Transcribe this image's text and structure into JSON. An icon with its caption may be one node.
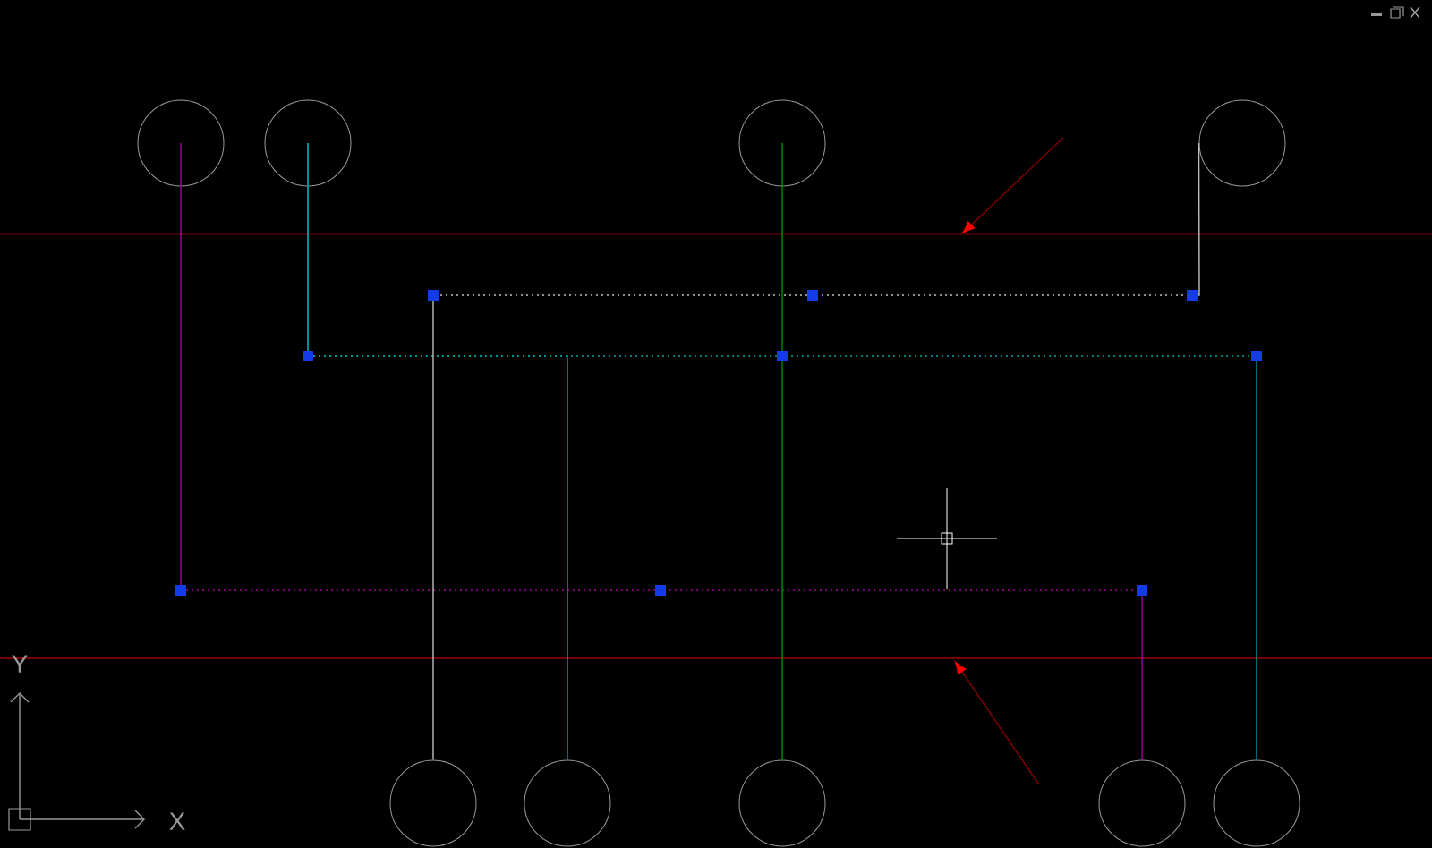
{
  "diagram": {
    "nodes": [
      {
        "text": [],
        "shape": "circle"
      },
      {
        "text": [],
        "shape": "circle"
      },
      {
        "text": [],
        "shape": "circle"
      },
      {
        "text": [],
        "shape": "circle"
      },
      {
        "text": [],
        "shape": "circle"
      },
      {
        "text": [],
        "shape": "circle"
      },
      {
        "text": [],
        "shape": "circle"
      },
      {
        "text": [],
        "shape": "circle"
      },
      {
        "text": [],
        "shape": "circle"
      }
    ],
    "edges": [
      {
        "from": 0,
        "to": 7,
        "arrow": "none",
        "style": "dashed",
        "color": "#a000a0"
      },
      {
        "from": 1,
        "to": 8,
        "arrow": "none",
        "style": "dashed",
        "color": "#00a0a0"
      },
      {
        "from": 1,
        "to": 5,
        "arrow": "none",
        "style": "dashed",
        "color": "#00a0a0"
      },
      {
        "from": 2,
        "to": 6,
        "arrow": "none",
        "color": "#009000"
      },
      {
        "from": 3,
        "to": 4,
        "arrow": "none",
        "style": "dashed",
        "color": "#c0c0c0"
      }
    ],
    "labels": [
      "Y",
      "X"
    ]
  }
}
